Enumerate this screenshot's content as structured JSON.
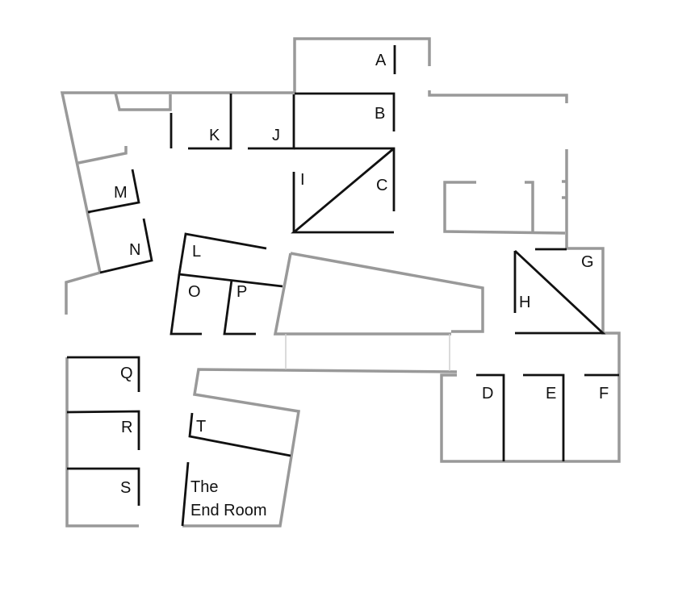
{
  "rooms": {
    "A": "A",
    "B": "B",
    "C": "C",
    "D": "D",
    "E": "E",
    "F": "F",
    "G": "G",
    "H": "H",
    "I": "I",
    "J": "J",
    "K": "K",
    "L": "L",
    "M": "M",
    "N": "N",
    "O": "O",
    "P": "P",
    "Q": "Q",
    "R": "R",
    "S": "S",
    "T": "T",
    "end_room_line1": "The",
    "end_room_line2": "End Room"
  },
  "colors": {
    "outer_wall": "#999999",
    "inner_wall": "#111111",
    "background": "#ffffff"
  }
}
